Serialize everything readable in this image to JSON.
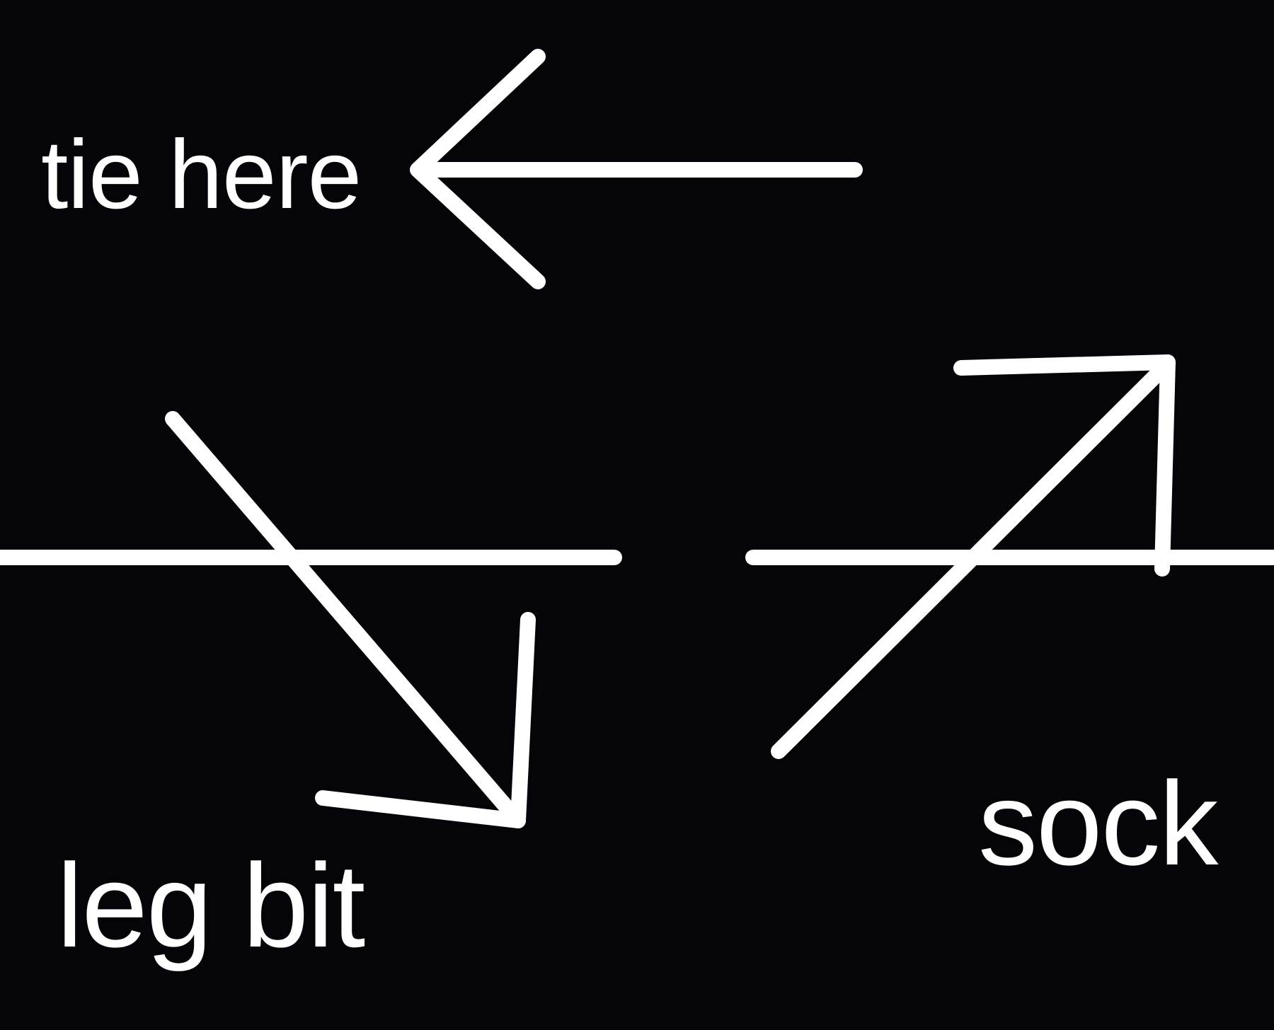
{
  "labels": {
    "tie_here": "tie here",
    "leg_bit": "leg bit",
    "sock": "sock"
  },
  "colors": {
    "background": "#050408",
    "stroke": "#ffffff",
    "text": "#ffffff"
  }
}
